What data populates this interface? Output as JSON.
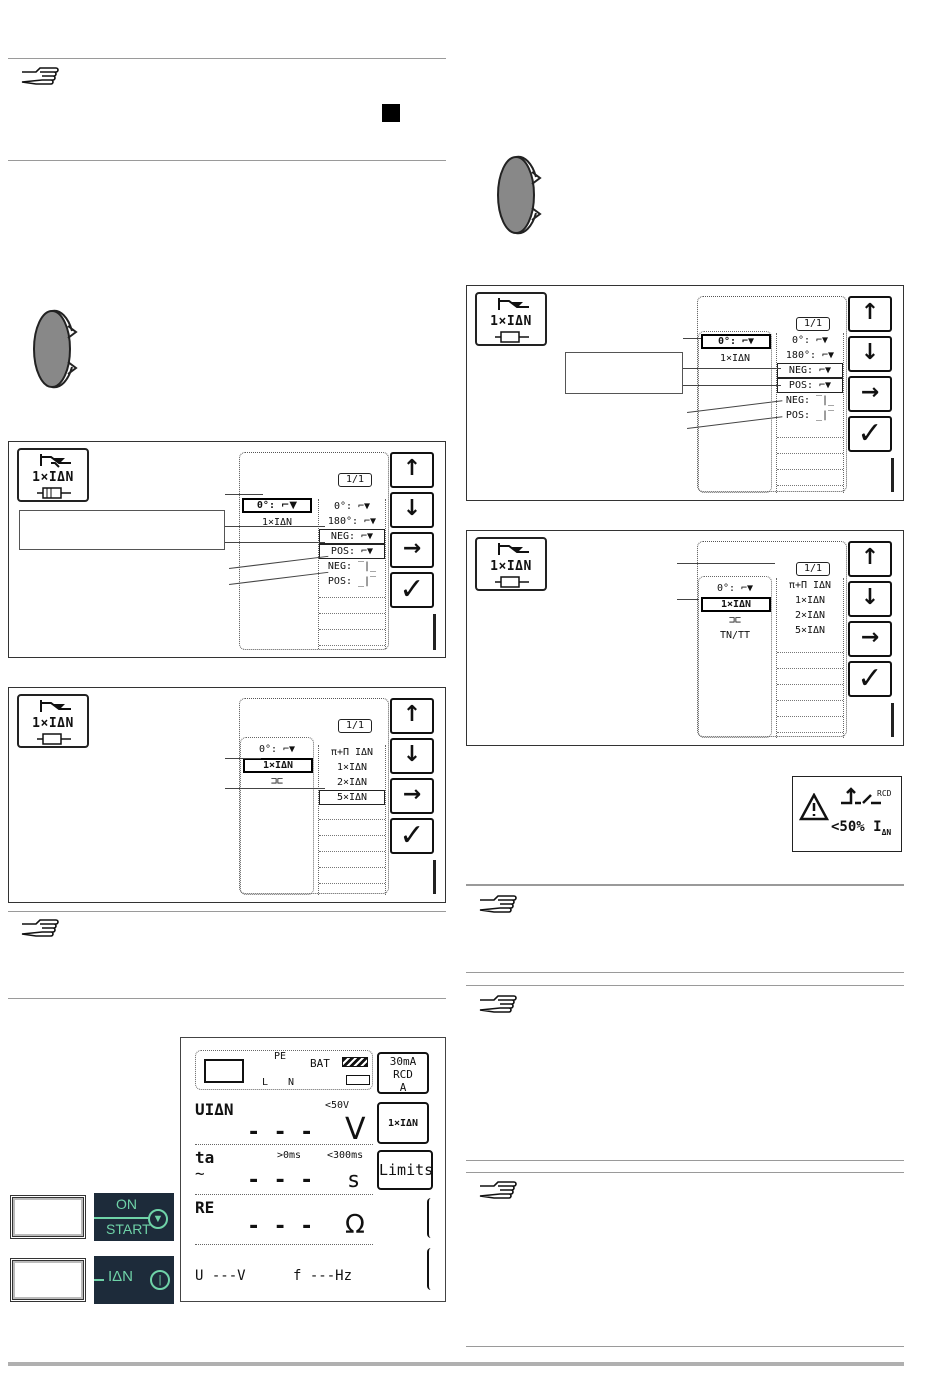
{
  "left_panels": {
    "panel1": {
      "page_indicator": "1/1",
      "icon_label": "1×IΔN",
      "selected": "0°:",
      "under_selected": "1×IΔN",
      "right_items": [
        "0°:",
        "180°:",
        "NEG:",
        "POS:",
        "NEG:",
        "POS:"
      ]
    },
    "panel2": {
      "page_indicator": "1/1",
      "icon_label": "1×IΔN",
      "left_items": [
        "0°:",
        "1×IΔN"
      ],
      "right_items": [
        "π+Π IΔN",
        "1×IΔN",
        "2×IΔN",
        "5×IΔN"
      ]
    }
  },
  "right_panels": {
    "panel3": {
      "page_indicator": "1/1",
      "icon_label": "1×IΔN",
      "selected": "0°:",
      "under_selected": "1×IΔN",
      "right_items": [
        "0°:",
        "180°:",
        "NEG:",
        "POS:",
        "NEG:",
        "POS:"
      ]
    },
    "panel4": {
      "page_indicator": "1/1",
      "icon_label": "1×IΔN",
      "left_items": [
        "0°:",
        "1×IΔN",
        "TN/TT"
      ],
      "right_items": [
        "π+Π IΔN",
        "1×IΔN",
        "2×IΔN",
        "5×IΔN"
      ]
    }
  },
  "rcd_warning": {
    "rcd": "RCD",
    "text": "<50% I",
    "sub": "ΔN"
  },
  "device": {
    "pe": "PE",
    "l": "L",
    "n": "N",
    "bat": "BAT",
    "rcd_type": [
      "30mA",
      "RCD",
      "A"
    ],
    "u_label": "UIΔN",
    "u_limit": "<50V",
    "u_value": "- - -",
    "u_unit": "V",
    "icon_label": "1×IΔN",
    "t_label": "ta",
    "t_sym": "~",
    "t_lim1": ">0ms",
    "t_lim2": "<300ms",
    "t_value": "- - -",
    "t_unit": "s",
    "limits": "Limits",
    "re_label": "RE",
    "re_value": "- - -",
    "re_unit": "Ω",
    "bottom_u": "U  ---V",
    "bottom_f": "f  ---Hz"
  },
  "keys": {
    "on_start_1": "ON",
    "on_start_2": "START",
    "idn": "IΔN"
  }
}
